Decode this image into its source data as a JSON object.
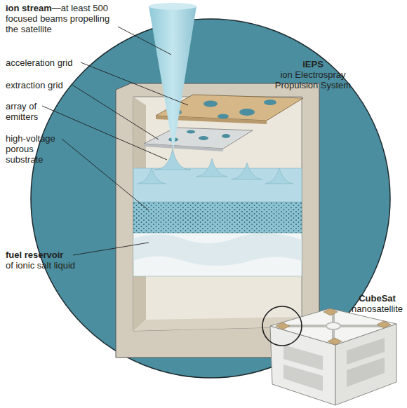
{
  "diagram": {
    "labels": [
      "ion stream",
      "—at least 500 focused beams propelling the satellite",
      "acceleration grid",
      "extraction grid",
      "array of emitters",
      "high-voltage porous substrate",
      "fuel reservoir",
      "of ionic salt liquid",
      "iEPS",
      "ion Electrospray Propulsion System",
      "CubeSat",
      "nanosatellite"
    ]
  }
}
